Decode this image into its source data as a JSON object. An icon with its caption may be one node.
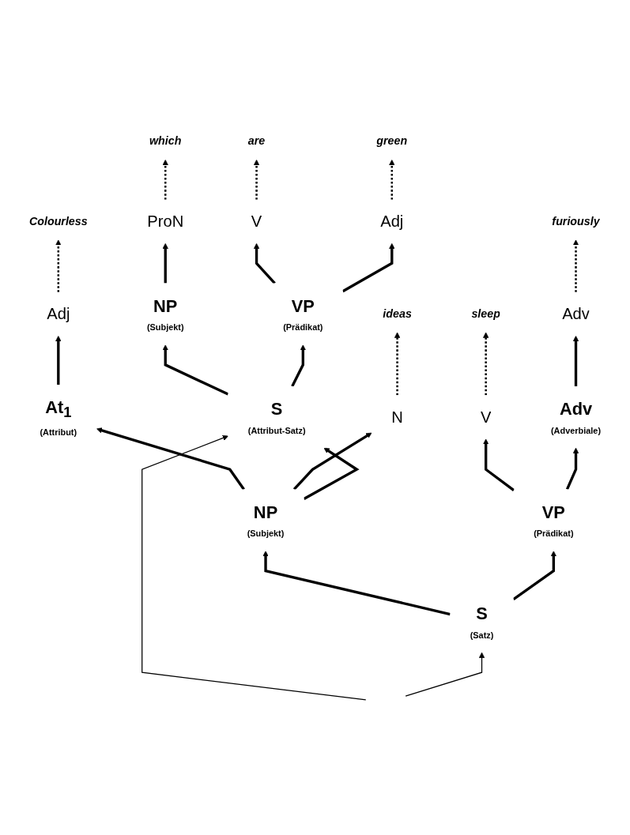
{
  "diagram": {
    "nodes": [
      {
        "text": [
          "Colourless"
        ]
      },
      {
        "text": [
          "ideas"
        ]
      },
      {
        "text": [
          "which"
        ]
      },
      {
        "text": [
          "are"
        ]
      },
      {
        "text": [
          "green"
        ]
      },
      {
        "text": [
          "sleep"
        ]
      },
      {
        "text": [
          "furiously"
        ]
      },
      {
        "text": [
          "Adj"
        ]
      },
      {
        "text": [
          "N"
        ]
      },
      {
        "text": [
          "ProN"
        ]
      },
      {
        "text": [
          "V"
        ]
      },
      {
        "text": [
          "Adj"
        ]
      },
      {
        "text": [
          "V"
        ]
      },
      {
        "text": [
          "Adv"
        ]
      },
      {
        "text": [
          "At$_{1}$",
          "(Attribut)"
        ]
      },
      {
        "text": [
          "Adv",
          "(Adverbiale)"
        ]
      },
      {
        "text": [
          "NP",
          "(Subjekt)"
        ]
      },
      {
        "text": [
          "VP",
          "(Prädikat)"
        ]
      },
      {
        "text": [
          "S",
          "(Attribut-Satz)"
        ]
      },
      {
        "text": [
          "NP",
          "(Subjekt)"
        ]
      },
      {
        "text": [
          "VP",
          "(Prädikat)"
        ]
      },
      {
        "text": [
          "S",
          "(Satz)"
        ]
      }
    ],
    "edges": [
      {
        "from": 7,
        "to": 0,
        "arrow": "to",
        "style": "dashed"
      },
      {
        "from": 8,
        "to": 1,
        "arrow": "to",
        "style": "dashed"
      },
      {
        "from": 9,
        "to": 2,
        "arrow": "to",
        "style": "dashed"
      },
      {
        "from": 10,
        "to": 3,
        "arrow": "to",
        "style": "dashed"
      },
      {
        "from": 11,
        "to": 4,
        "arrow": "to",
        "style": "dashed"
      },
      {
        "from": 12,
        "to": 5,
        "arrow": "to",
        "style": "dashed"
      },
      {
        "from": 13,
        "to": 6,
        "arrow": "to",
        "style": "dashed"
      },
      {
        "from": 14,
        "to": 7,
        "arrow": "to"
      },
      {
        "from": 15,
        "to": 13,
        "arrow": "to"
      },
      {
        "from": 16,
        "to": 9,
        "arrow": "to"
      },
      {
        "from": 17,
        "to": 10,
        "arrow": "to"
      },
      {
        "from": 17,
        "to": 11,
        "arrow": "to"
      },
      {
        "from": 18,
        "to": 16,
        "arrow": "to"
      },
      {
        "from": 18,
        "to": 17,
        "arrow": "to"
      },
      {
        "from": 19,
        "to": 14,
        "arrow": "to"
      },
      {
        "from": 19,
        "to": 8,
        "arrow": "to"
      },
      {
        "from": 19,
        "to": 18,
        "arrow": "to"
      },
      {
        "from": 20,
        "to": 12,
        "arrow": "to"
      },
      {
        "from": 20,
        "to": 15,
        "arrow": "to"
      },
      {
        "from": 21,
        "to": 19,
        "arrow": "to"
      },
      {
        "from": 21,
        "to": 20,
        "arrow": "to"
      },
      {
        "from": null,
        "to": 18,
        "arrow": "to"
      },
      {
        "from": null,
        "to": 21,
        "arrow": "to"
      }
    ]
  }
}
